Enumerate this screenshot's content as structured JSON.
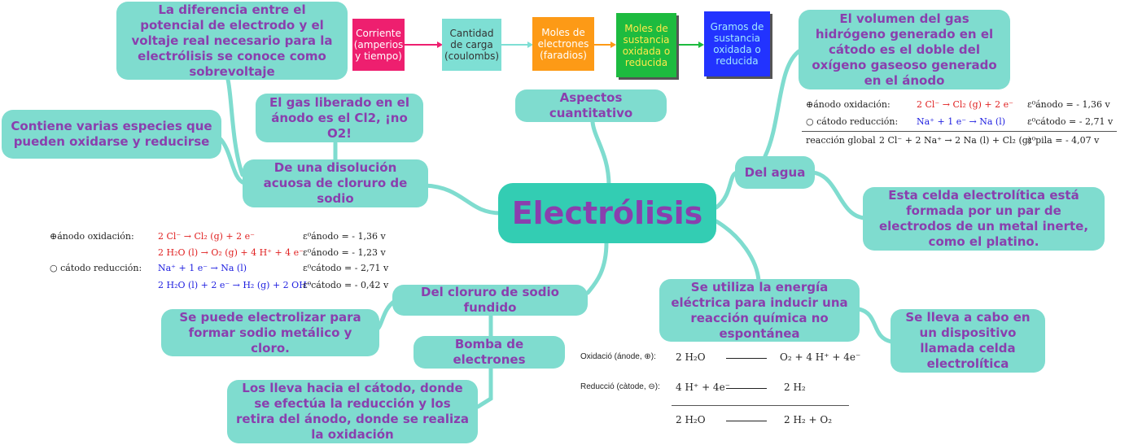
{
  "central": "Electrólisis",
  "branches": {
    "aspectos": "Aspectos cuantitativo",
    "sobrevoltaje": "La diferencia entre el potencial de electrodo y el voltaje real necesario para la electrólisis se conoce como sobrevoltaje",
    "gas_liberado": "El gas liberado en el ánodo es el Cl2, ¡no O2!",
    "especies": "Contiene varias especies que pueden oxidarse y reducirse",
    "disolucion": "De una disolución acuosa de cloruro de sodio",
    "fundido": "Del cloruro de sodio fundido",
    "electrolizar": "Se puede electrolizar para formar sodio metálico y cloro.",
    "bomba": "Bomba de electrones",
    "lleva": "Los lleva hacia el cátodo, donde se efectúa la reducción y los retira del ánodo, donde se realiza la oxidación",
    "agua": "Del agua",
    "volumen": "El volumen del gas hidrógeno generado en el cátodo es el doble del oxígeno gaseoso generado en el ánodo",
    "celda_formada": "Esta celda electrolítica está formada por un par de electrodos de un metal inerte, como el platino.",
    "energia": "Se utiliza la energía eléctrica para inducir una reacción química no espontánea",
    "dispositivo": "Se lleva a cabo en un dispositivo llamada celda electrolítica"
  },
  "flow": [
    {
      "label": "Corriente (amperios y tiempo)",
      "color": "#ee1f6f"
    },
    {
      "label": "Cantidad de carga (coulombs)",
      "color": "#7edfd4"
    },
    {
      "label": "Moles de electrones (faradios)",
      "color": "#fd9a16"
    },
    {
      "label": "Moles de sustancia oxidada o reducida",
      "color": "#1dbb3f"
    },
    {
      "label": "Gramos de sustancia oxidada o reducida",
      "color": "#2233ff"
    }
  ],
  "eq_right": {
    "r1_label": "⊕ánodo oxidación:",
    "r1_eq": "2 Cl⁻ → Cl₂ (g) + 2 e⁻",
    "r1_e": "ε⁰ánodo = - 1,36 v",
    "r2_label": "○ cátodo reducción:",
    "r2_eq": "Na⁺ + 1 e⁻ → Na (l)",
    "r2_e": "ε⁰cátodo = - 2,71 v",
    "r3_label": "reacción global",
    "r3_eq": "2 Cl⁻ + 2 Na⁺ → 2 Na (l) + Cl₂ (g)",
    "r3_e": "ε⁰pila = - 4,07 v"
  },
  "eq_left": {
    "anodo_label": "⊕ánodo oxidación:",
    "a1": "2 Cl⁻ → Cl₂ (g) + 2 e⁻",
    "a1_e": "ε⁰ánodo = - 1,36 v",
    "a2": "2 H₂O (l) → O₂ (g) + 4 H⁺ + 4 e⁻",
    "a2_e": "ε⁰ánodo = - 1,23 v",
    "catodo_label": "○ cátodo reducción:",
    "c1": "Na⁺ + 1 e⁻ → Na (l)",
    "c1_e": "ε⁰cátodo = - 2,71 v",
    "c2": "2 H₂O (l) + 2 e⁻ → H₂ (g) + 2 OH⁻",
    "c2_e": "ε⁰cátodo = - 0,42 v"
  },
  "eq_bottom": {
    "ox_label": "Oxidació (ánode, ⊕):",
    "ox_left": "2 H₂O",
    "ox_right": "O₂ + 4 H⁺ + 4e⁻",
    "red_label": "Reducció (càtode, ⊖):",
    "red_left": "4 H⁺ + 4e⁻",
    "red_right": "2 H₂",
    "tot_left": "2 H₂O",
    "tot_right": "2 H₂ + O₂"
  },
  "colors": {
    "node_bg": "#7fdccf",
    "central_bg": "#33cdb3",
    "text": "#8a3fae",
    "link": "#7fdccf"
  }
}
